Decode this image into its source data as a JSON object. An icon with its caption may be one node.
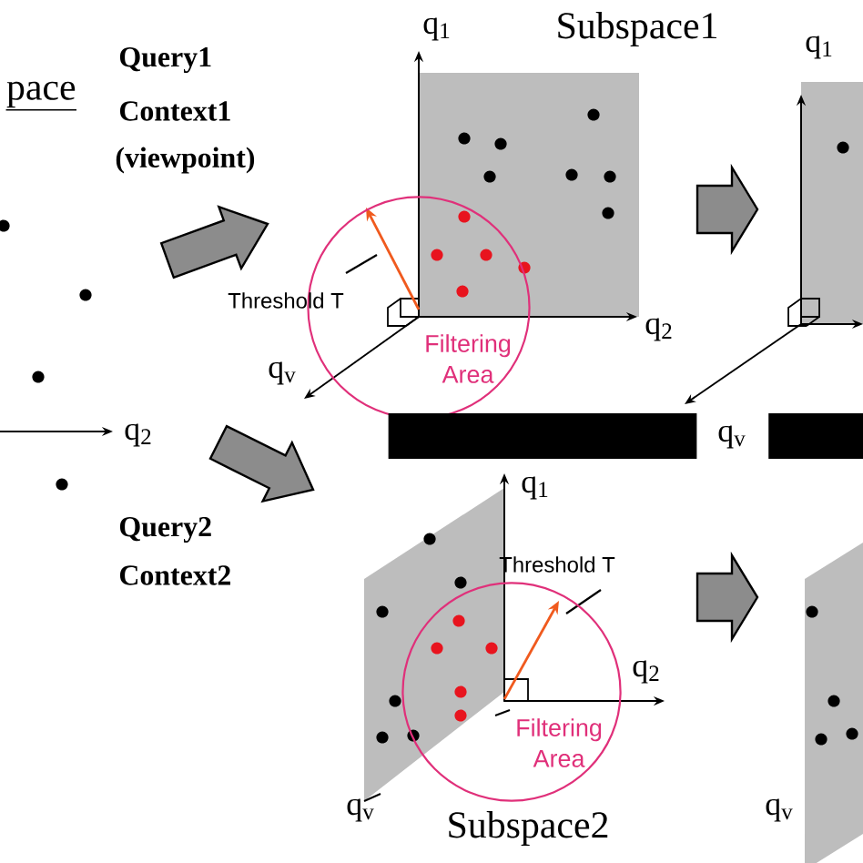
{
  "diagram": {
    "nodes": [
      {
        "text": [
          "Filtering Area"
        ]
      },
      {
        "text": [
          "Filtering Area"
        ]
      },
      {
        "text": [],
        "shape": "bar"
      },
      {
        "text": [],
        "shape": "bar"
      }
    ],
    "labels": [
      "Subspace1",
      "q$_{1}$",
      "q$_{1}$",
      "Query1",
      "pace",
      "Context1",
      "(viewpoint)",
      "Threshold T",
      "q$_{2}$",
      "q$_{v}$",
      "q$_{2}$",
      "q$_{v}$",
      "q$_{1}$",
      "Query2",
      "Threshold T",
      "Context2",
      "q$_{2}$",
      "q$_{v}$",
      "Subspace2",
      "q$_{v}$"
    ]
  }
}
